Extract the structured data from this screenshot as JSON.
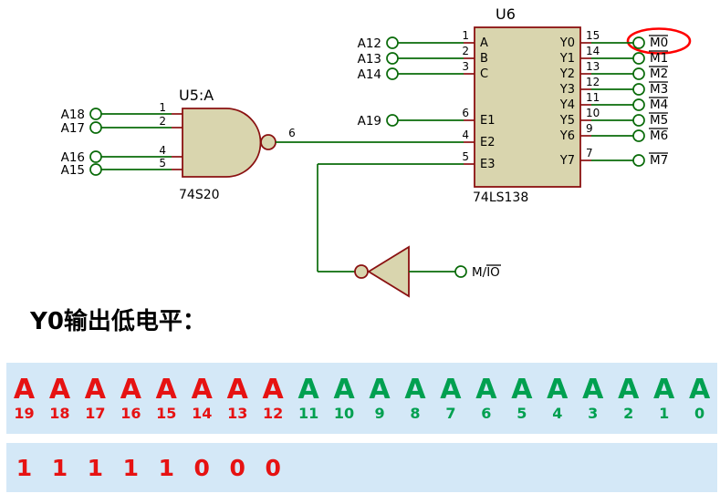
{
  "schematic": {
    "u6": {
      "ref": "U6",
      "part": "74LS138",
      "left_pins": [
        {
          "name": "A",
          "number": "1",
          "terminal": "A12"
        },
        {
          "name": "B",
          "number": "2",
          "terminal": "A13"
        },
        {
          "name": "C",
          "number": "3",
          "terminal": "A14"
        },
        {
          "name": "E1",
          "number": "6",
          "terminal": "A19"
        },
        {
          "name": "E2",
          "number": "4"
        },
        {
          "name": "E3",
          "number": "5"
        }
      ],
      "right_pins": [
        {
          "name": "Y0",
          "number": "15",
          "net": "M0"
        },
        {
          "name": "Y1",
          "number": "14",
          "net": "M1"
        },
        {
          "name": "Y2",
          "number": "13",
          "net": "M2"
        },
        {
          "name": "Y3",
          "number": "12",
          "net": "M3"
        },
        {
          "name": "Y4",
          "number": "11",
          "net": "M4"
        },
        {
          "name": "Y5",
          "number": "10",
          "net": "M5"
        },
        {
          "name": "Y6",
          "number": "9",
          "net": "M6"
        },
        {
          "name": "Y7",
          "number": "7",
          "net": "M7"
        }
      ]
    },
    "u5": {
      "ref": "U5:A",
      "part": "74S20",
      "output_pin": "6",
      "inputs": [
        {
          "terminal": "A18",
          "number": "1"
        },
        {
          "terminal": "A17",
          "number": "2"
        },
        {
          "terminal": "A16",
          "number": "4"
        },
        {
          "terminal": "A15",
          "number": "5"
        }
      ]
    },
    "mio": {
      "prefix": "M/",
      "overlined": "IO"
    },
    "highlight_color": "#ff0000"
  },
  "caption": "Y0输出低电平：",
  "table": {
    "colors": {
      "high": "#e61212",
      "low": "#00a050",
      "value": "#e61212",
      "row_bg": "#d4e8f7"
    },
    "bits": [
      {
        "letter": "A",
        "sub": "19",
        "group": "high"
      },
      {
        "letter": "A",
        "sub": "18",
        "group": "high"
      },
      {
        "letter": "A",
        "sub": "17",
        "group": "high"
      },
      {
        "letter": "A",
        "sub": "16",
        "group": "high"
      },
      {
        "letter": "A",
        "sub": "15",
        "group": "high"
      },
      {
        "letter": "A",
        "sub": "14",
        "group": "high"
      },
      {
        "letter": "A",
        "sub": "13",
        "group": "high"
      },
      {
        "letter": "A",
        "sub": "12",
        "group": "high"
      },
      {
        "letter": "A",
        "sub": "11",
        "group": "low"
      },
      {
        "letter": "A",
        "sub": "10",
        "group": "low"
      },
      {
        "letter": "A",
        "sub": "9",
        "group": "low"
      },
      {
        "letter": "A",
        "sub": "8",
        "group": "low"
      },
      {
        "letter": "A",
        "sub": "7",
        "group": "low"
      },
      {
        "letter": "A",
        "sub": "6",
        "group": "low"
      },
      {
        "letter": "A",
        "sub": "5",
        "group": "low"
      },
      {
        "letter": "A",
        "sub": "4",
        "group": "low"
      },
      {
        "letter": "A",
        "sub": "3",
        "group": "low"
      },
      {
        "letter": "A",
        "sub": "2",
        "group": "low"
      },
      {
        "letter": "A",
        "sub": "1",
        "group": "low"
      },
      {
        "letter": "A",
        "sub": "0",
        "group": "low"
      }
    ],
    "values": [
      "1",
      "1",
      "1",
      "1",
      "1",
      "0",
      "0",
      "0"
    ]
  }
}
